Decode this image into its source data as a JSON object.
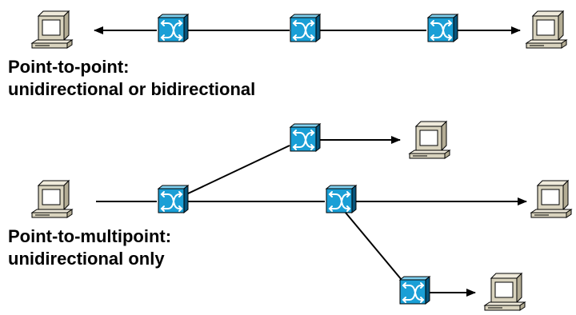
{
  "captions": {
    "point_to_point": {
      "line1": "Point-to-point:",
      "line2": "unidirectional or bidirectional"
    },
    "point_to_multipoint": {
      "line1": "Point-to-multipoint:",
      "line2": "unidirectional only"
    }
  },
  "icons": {
    "switch": "atm-switch-icon",
    "computer": "workstation-icon"
  },
  "colors": {
    "switch_face": "#1a9fd6",
    "switch_side": "#0a6a9a",
    "monitor_body": "#d9d3be",
    "monitor_screen": "#ffffff",
    "outline": "#000000",
    "line": "#000000"
  }
}
